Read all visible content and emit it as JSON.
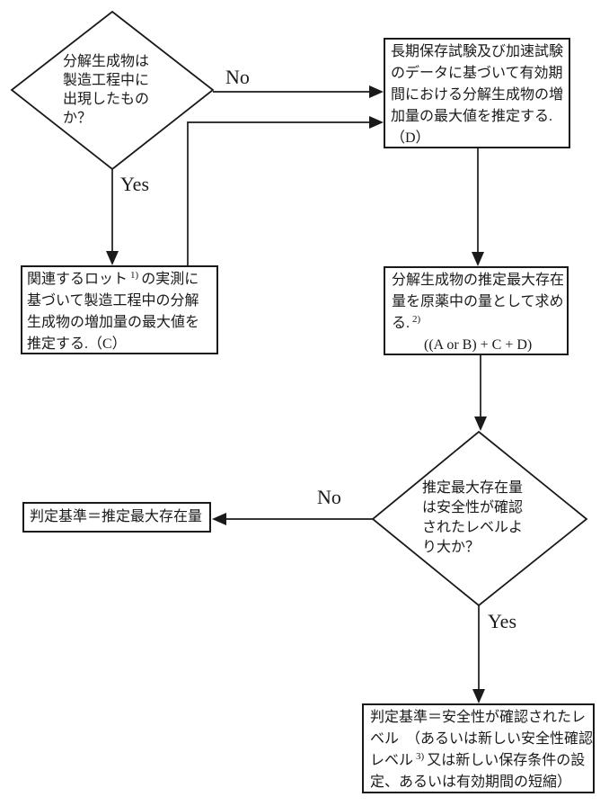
{
  "colors": {
    "ink": "#1a1a1a",
    "background": "#ffffff"
  },
  "edge_labels": {
    "top_no": "No",
    "top_yes": "Yes",
    "bottom_no": "No",
    "bottom_yes": "Yes"
  },
  "top_decision": {
    "line1": "分解生成物は",
    "line2": "製造工程中に",
    "line3": "出現したもの",
    "line4": "か？"
  },
  "box_d": {
    "line1": "長期保存試験及び加速試験",
    "line2": "のデータに基づいて有効期",
    "line3": "間における分解生成物の増",
    "line4": "加量の最大値を推定する.",
    "line5": "（D）"
  },
  "box_c": {
    "line1_pre": "関連するロット",
    "line1_sup": "1)",
    "line1_post": "の実測に",
    "line2": "基づいて製造工程中の分解",
    "line3": "生成物の増加量の最大値を",
    "line4": "推定する.（C）"
  },
  "box_estimate": {
    "line1": "分解生成物の推定最大存在",
    "line2": "量を原薬中の量として求め",
    "line3_pre": "る.",
    "line3_sup": "2)",
    "line4": "((A or B) + C + D)"
  },
  "safety_decision": {
    "line1": "推定最大存在量",
    "line2": "は安全性が確認",
    "line3": "されたレベルよ",
    "line4": "り大か？"
  },
  "box_criterion_observed": {
    "line1": "判定基準＝推定最大存在量"
  },
  "box_criterion_safety": {
    "line1": "判定基準＝安全性が確認されたレ",
    "line2": "ベル　（あるいは新しい安全性確認",
    "line3_pre": "レベル",
    "line3_sup": "3)",
    "line3_post": "又は新しい保存条件の設",
    "line4": "定、あるいは有効期間の短縮）"
  }
}
